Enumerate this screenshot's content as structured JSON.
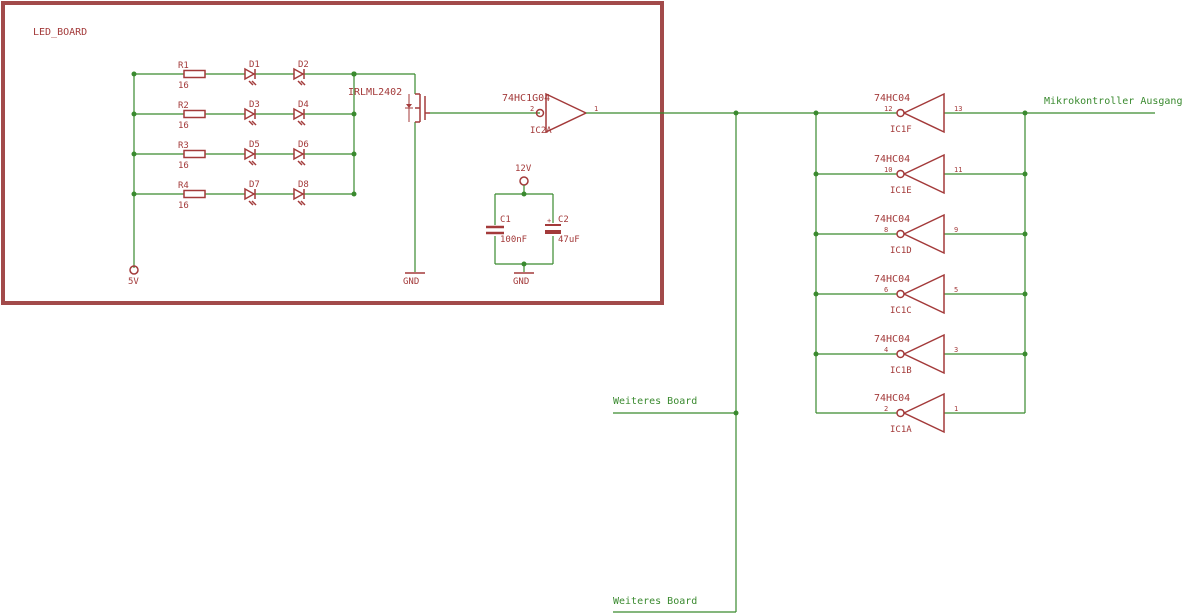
{
  "board": {
    "name": "LED_BOARD"
  },
  "resistors": [
    {
      "name": "R1",
      "value": "16"
    },
    {
      "name": "R2",
      "value": "16"
    },
    {
      "name": "R3",
      "value": "16"
    },
    {
      "name": "R4",
      "value": "16"
    }
  ],
  "diodes": [
    "D1",
    "D2",
    "D3",
    "D4",
    "D5",
    "D6",
    "D7",
    "D8"
  ],
  "supply_5v": "5V",
  "supply_12v": "12V",
  "gnd": "GND",
  "mosfet": "IRLML2402",
  "capacitors": [
    {
      "name": "C1",
      "value": "100nF"
    },
    {
      "name": "C2",
      "value": "47uF"
    }
  ],
  "single_inverter": {
    "part": "74HC1G04",
    "ref": "IC2A",
    "pin_in": "2",
    "pin_out": "1"
  },
  "inverters": [
    {
      "part": "74HC04",
      "ref": "IC1F",
      "pin_in": "12",
      "pin_out": "13"
    },
    {
      "part": "74HC04",
      "ref": "IC1E",
      "pin_in": "10",
      "pin_out": "11"
    },
    {
      "part": "74HC04",
      "ref": "IC1D",
      "pin_in": "8",
      "pin_out": "9"
    },
    {
      "part": "74HC04",
      "ref": "IC1C",
      "pin_in": "6",
      "pin_out": "5"
    },
    {
      "part": "74HC04",
      "ref": "IC1B",
      "pin_in": "4",
      "pin_out": "3"
    },
    {
      "part": "74HC04",
      "ref": "IC1A",
      "pin_in": "2",
      "pin_out": "1"
    }
  ],
  "nets": {
    "mcu_output": "Mikrokontroller Ausgang",
    "further_board_1": "Weiteres Board",
    "further_board_2": "Weiteres Board"
  },
  "colors": {
    "wire": "#3a8a2f",
    "symbol": "#a33a3a",
    "frame": "#a24a4a"
  }
}
